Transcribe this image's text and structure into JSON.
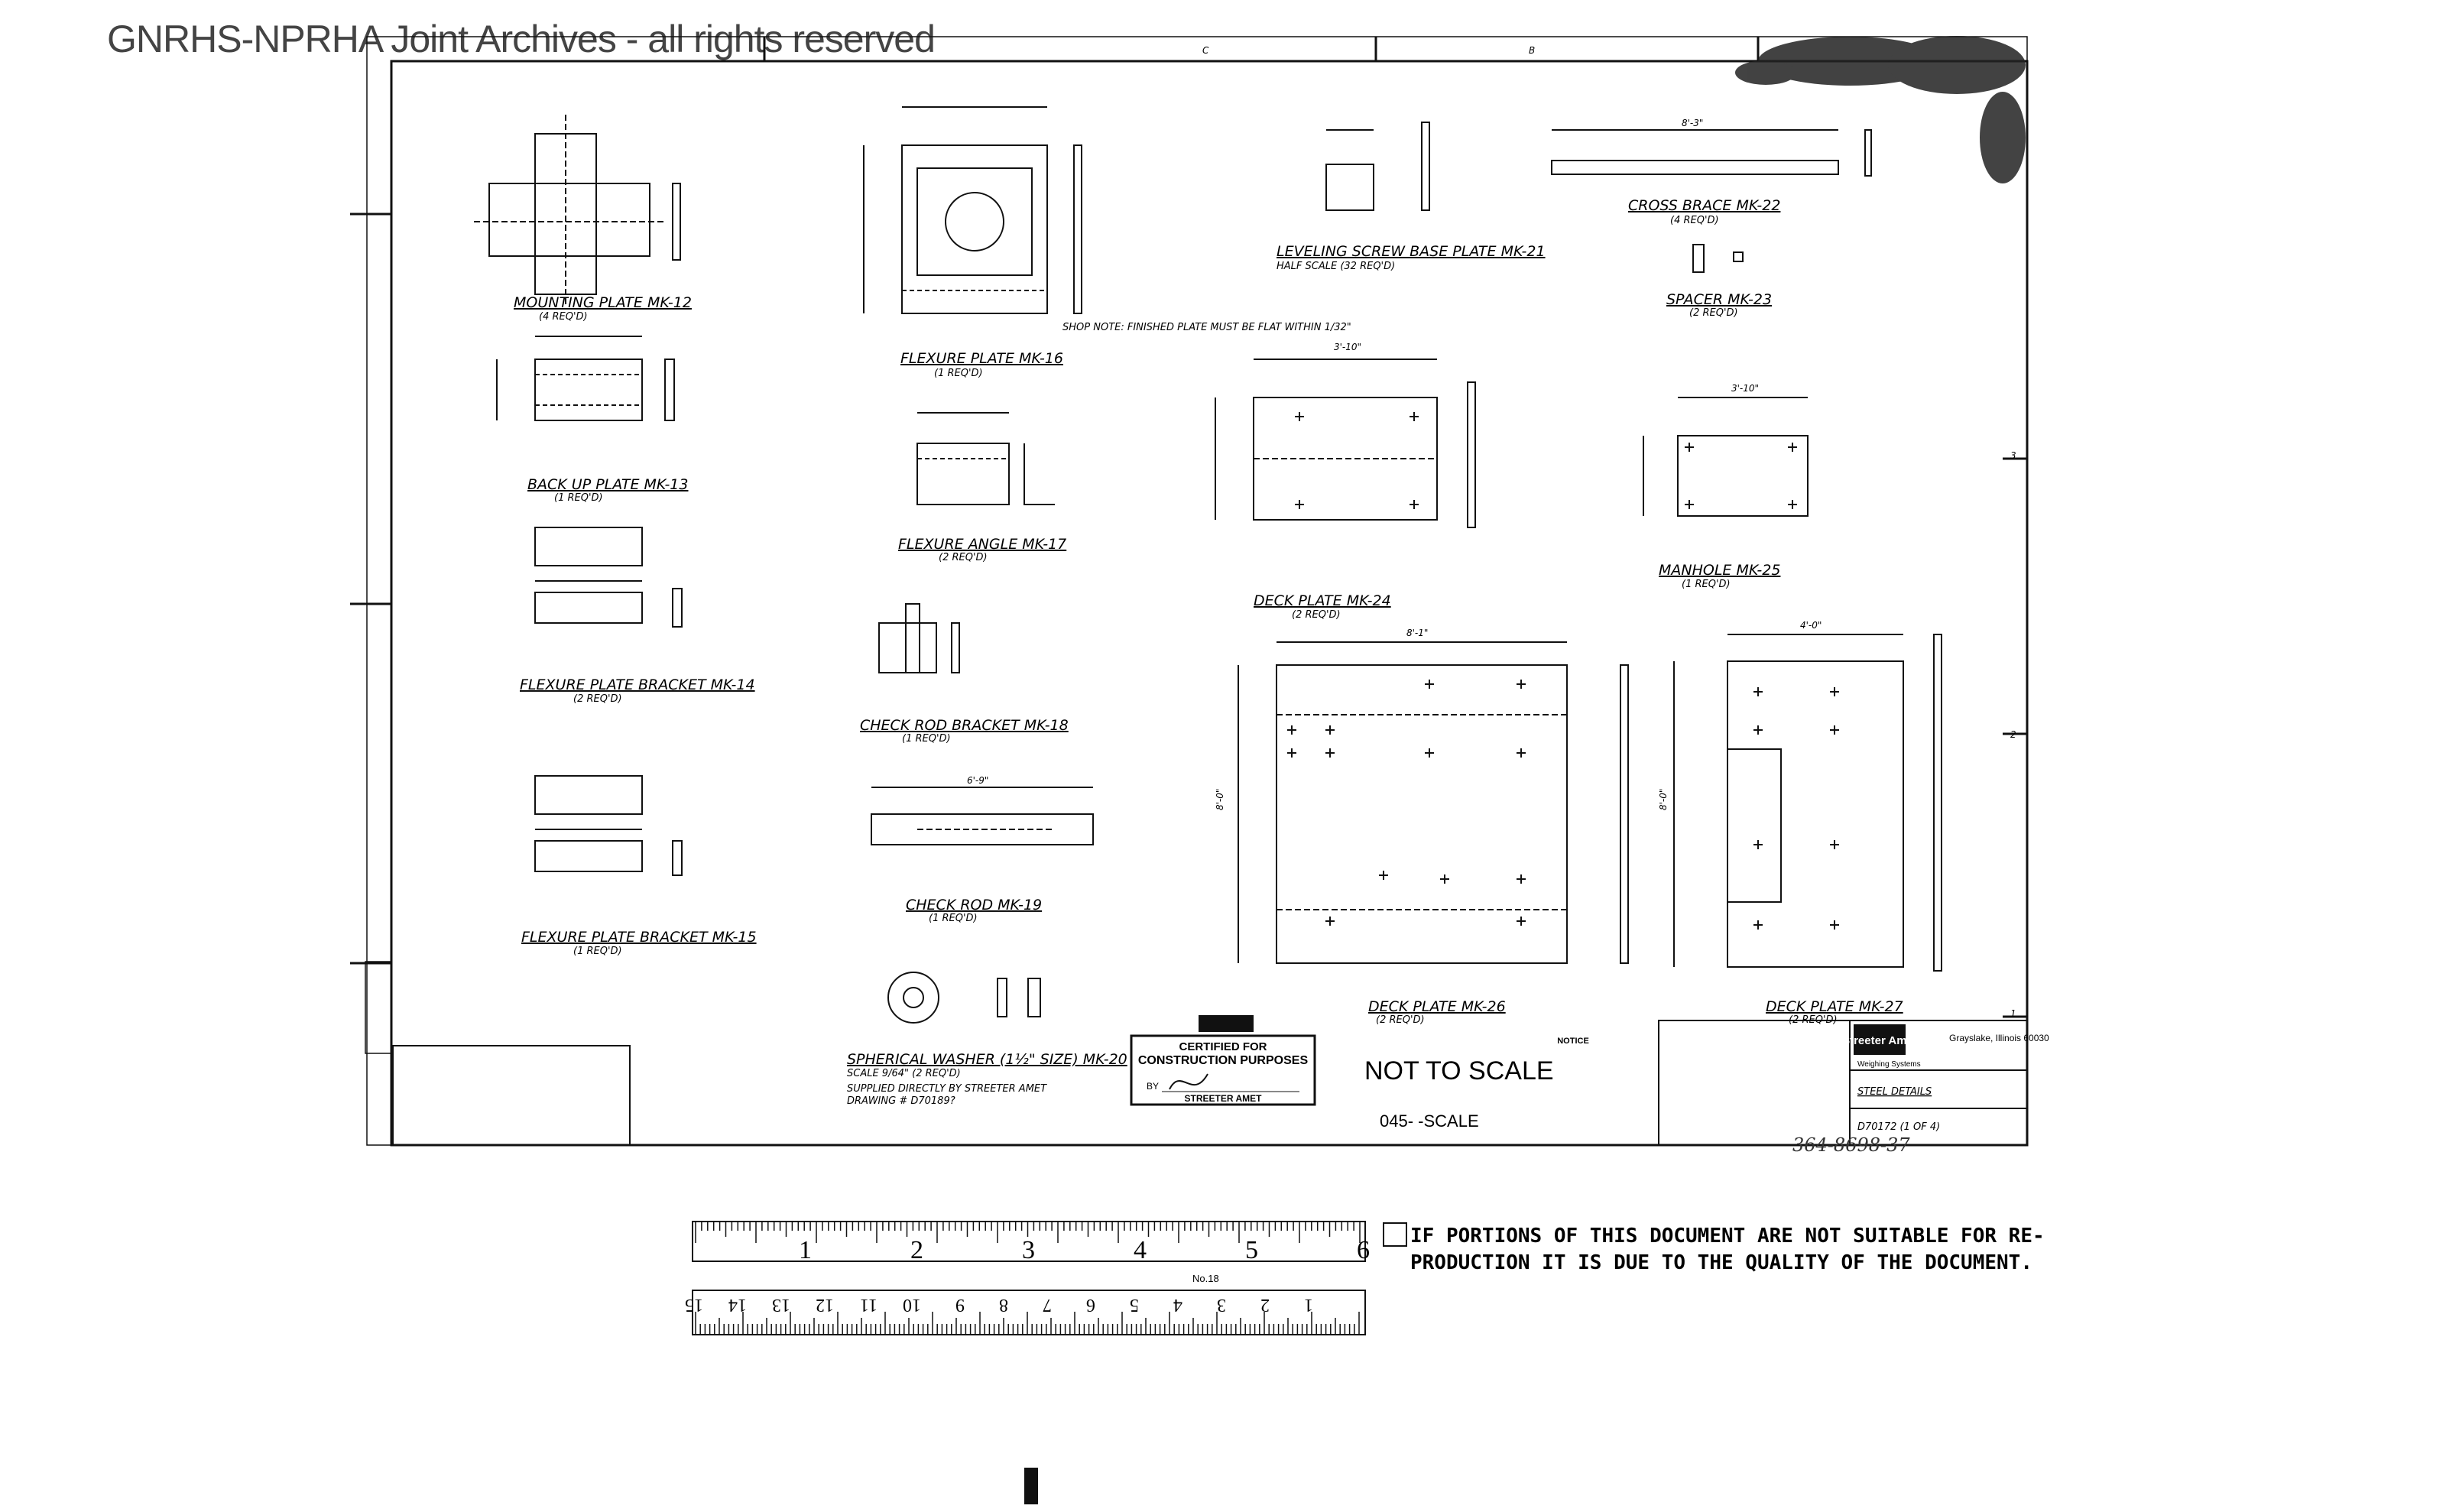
{
  "watermark": "GNRHS-NPRHA Joint Archives - all rights reserved",
  "zone_letters": [
    "C",
    "B"
  ],
  "zone_numbers": [
    "3",
    "2",
    "1"
  ],
  "views": [
    {
      "title": "MOUNTING PLATE MK-12",
      "qty": "(4 REQ'D)"
    },
    {
      "title": "FLEXURE PLATE MK-16",
      "qty": "(1 REQ'D)"
    },
    {
      "title": "LEVELING SCREW BASE PLATE MK-21",
      "qty": "HALF SCALE (32 REQ'D)"
    },
    {
      "title": "CROSS BRACE MK-22",
      "qty": "(4 REQ'D)"
    },
    {
      "title": "SPACER MK-23",
      "qty": "(2 REQ'D)"
    },
    {
      "title": "BACK UP PLATE MK-13",
      "qty": "(1 REQ'D)"
    },
    {
      "title": "FLEXURE ANGLE MK-17",
      "qty": "(2 REQ'D)"
    },
    {
      "title": "DECK PLATE MK-24",
      "qty": "(2 REQ'D)"
    },
    {
      "title": "MANHOLE MK-25",
      "qty": "(1 REQ'D)"
    },
    {
      "title": "FLEXURE PLATE BRACKET MK-14",
      "qty": "(2 REQ'D)"
    },
    {
      "title": "CHECK ROD BRACKET MK-18",
      "qty": "(1 REQ'D)"
    },
    {
      "title": "CHECK ROD MK-19",
      "qty": "(1 REQ'D)"
    },
    {
      "title": "FLEXURE PLATE BRACKET MK-15",
      "qty": "(1 REQ'D)"
    },
    {
      "title": "SPHERICAL WASHER (1½\" SIZE) MK-20",
      "qty": "SCALE 9/64\" (2 REQ'D)"
    },
    {
      "title": "DECK PLATE MK-26",
      "qty": "(2 REQ'D)"
    },
    {
      "title": "DECK PLATE MK-27",
      "qty": "(2 REQ'D)"
    }
  ],
  "notes": {
    "supplied": "SUPPLIED DIRECTLY BY STREETER AMET",
    "drawing": "DRAWING # D70189?",
    "shop_note": "SHOP NOTE: FINISHED PLATE MUST BE FLAT WITHIN 1/32\""
  },
  "dims": {
    "cross_brace_len": "8'-3\"",
    "deck24_width": "3'-10\"",
    "manhole_width": "3'-10\"",
    "deck26_width": "8'-1\"",
    "deck27_width": "4'-0\"",
    "deck26_height": "8'-0\"",
    "deck27_height": "8'-0\"",
    "check_rod_len": "6'-9\""
  },
  "stamp": {
    "line1": "CERTIFIED FOR",
    "line2": "CONSTRUCTION PURPOSES",
    "by": "BY",
    "company": "STREETER AMET"
  },
  "not_to_scale": "NOT TO SCALE",
  "scale_code": "045-   -SCALE",
  "notice_title": "NOTICE",
  "title_block": {
    "company": "Streeter Amet",
    "division": "Weighing Systems",
    "location": "Grayslake, Illinois 60030",
    "drawing_title": "STEEL DETAILS",
    "drawing_number": "D70172 (1 OF 4)"
  },
  "handwritten_number": "364-8698-37",
  "ruler": {
    "top_numbers": [
      "1",
      "2",
      "3",
      "4",
      "5",
      "6"
    ],
    "bottom_numbers": [
      "15",
      "14",
      "13",
      "12",
      "11",
      "10",
      "9",
      "8",
      "7",
      "6",
      "5",
      "4",
      "3",
      "2",
      "1"
    ],
    "maker_label": "No.18"
  },
  "quality_notice": {
    "line1": "IF PORTIONS OF THIS DOCUMENT ARE NOT SUITABLE FOR RE-",
    "line2": "PRODUCTION IT IS DUE TO THE QUALITY OF THE DOCUMENT."
  }
}
